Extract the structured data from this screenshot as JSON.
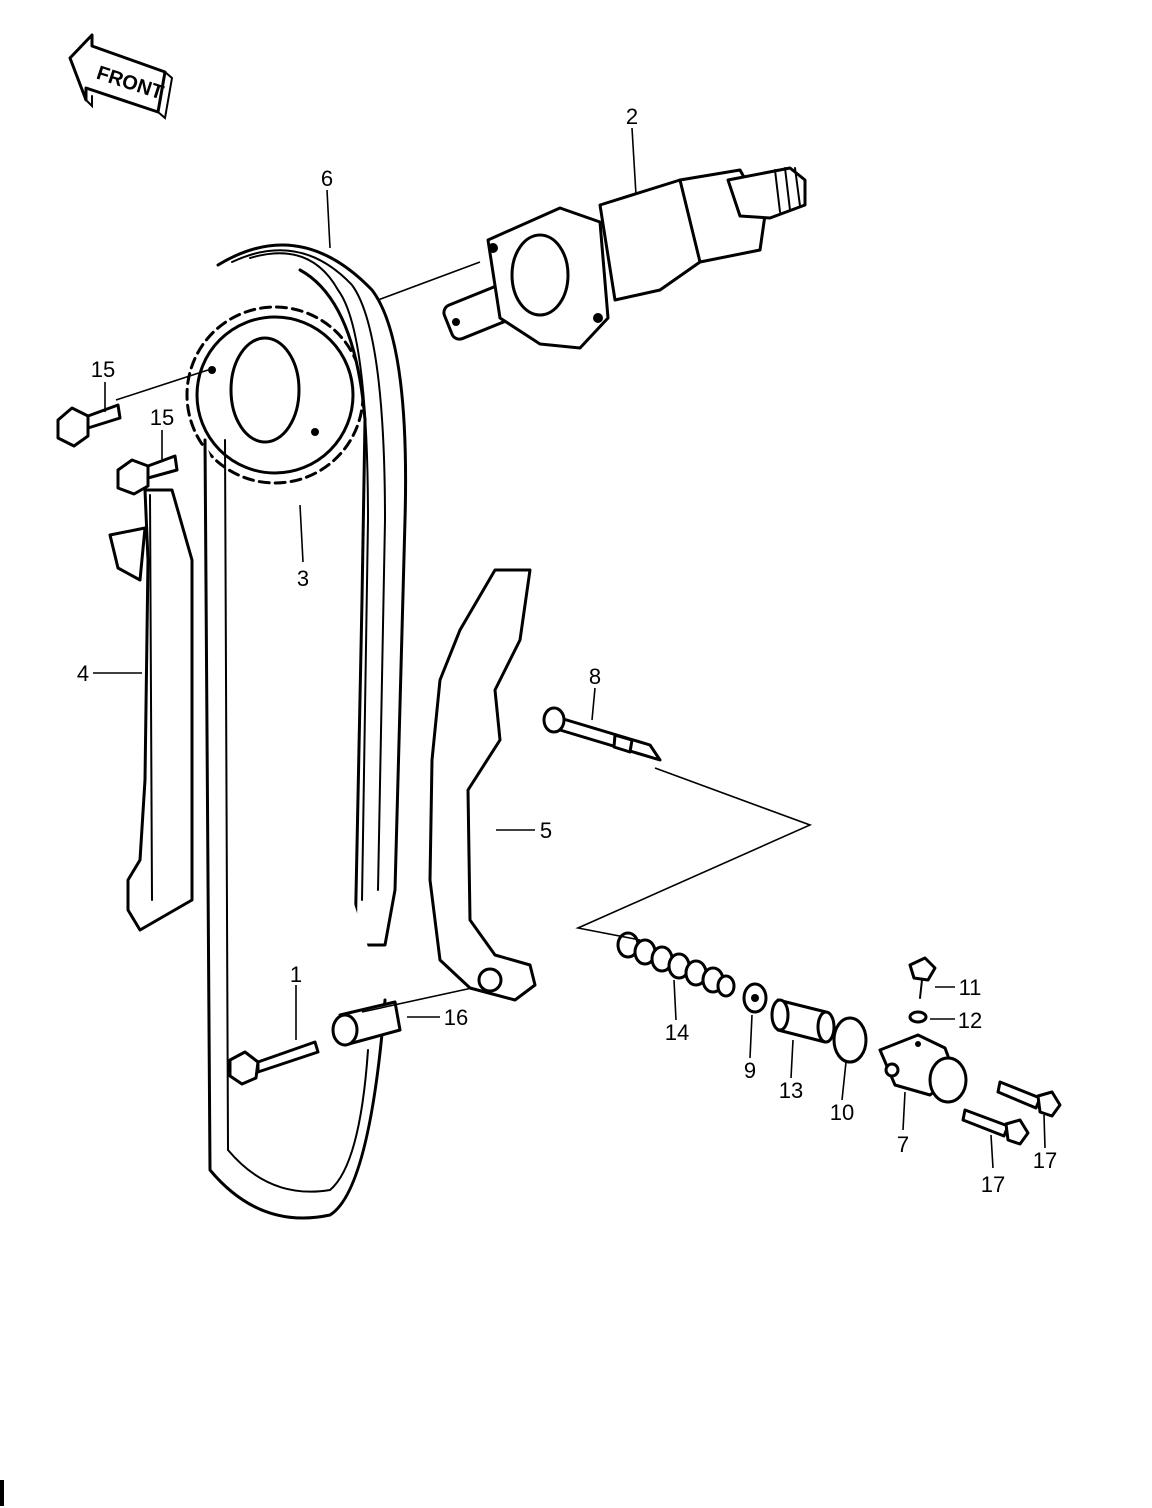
{
  "front_label": "FRONT",
  "callouts": {
    "c1": "1",
    "c2": "2",
    "c3": "3",
    "c4": "4",
    "c5": "5",
    "c6": "6",
    "c7": "7",
    "c8": "8",
    "c9": "9",
    "c10": "10",
    "c11": "11",
    "c12": "12",
    "c13": "13",
    "c14": "14",
    "c15a": "15",
    "c15b": "15",
    "c16": "16",
    "c17a": "17",
    "c17b": "17"
  }
}
